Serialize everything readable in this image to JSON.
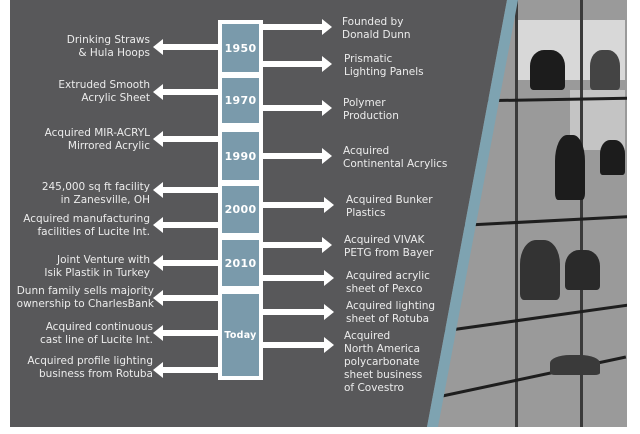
{
  "colors": {
    "background": "#58585a",
    "year_box": "#7a9aab",
    "accent_stripe": "#7ea3b1",
    "arrow": "#ffffff",
    "text": "#ececec"
  },
  "timeline": {
    "years": [
      {
        "label": "1950"
      },
      {
        "label": "1970"
      },
      {
        "label": "1990"
      },
      {
        "label": "2000"
      },
      {
        "label": "2010"
      },
      {
        "label": "Today"
      }
    ],
    "left_events": [
      {
        "text": "Drinking Straws\n& Hula Hoops"
      },
      {
        "text": "Extruded Smooth\nAcrylic Sheet"
      },
      {
        "text": "Acquired MIR-ACRYL\nMirrored Acrylic"
      },
      {
        "text": "245,000 sq ft facility\nin Zanesville, OH"
      },
      {
        "text": "Acquired manufacturing\nfacilities of Lucite Int."
      },
      {
        "text": "Joint Venture with\nIsik Plastik in Turkey"
      },
      {
        "text": "Dunn family sells majority\nownership to CharlesBank"
      },
      {
        "text": "Acquired continuous\ncast line of Lucite Int."
      },
      {
        "text": "Acquired profile lighting\nbusiness from Rotuba"
      }
    ],
    "right_events": [
      {
        "text": "Founded by\nDonald Dunn"
      },
      {
        "text": "Prismatic\nLighting Panels"
      },
      {
        "text": "Polymer\nProduction"
      },
      {
        "text": "Acquired\nContinental Acrylics"
      },
      {
        "text": "Acquired Bunker\nPlastics"
      },
      {
        "text": "Acquired VIVAK\nPETG from Bayer"
      },
      {
        "text": "Acquired acrylic\nsheet of Pexco"
      },
      {
        "text": "Acquired lighting\nsheet of Rotuba"
      },
      {
        "text": "Acquired\nNorth America\npolycarbonate\nsheet business\nof Covestro"
      }
    ]
  },
  "photo": {
    "subject": "shoe display shelves (grayscale)"
  }
}
